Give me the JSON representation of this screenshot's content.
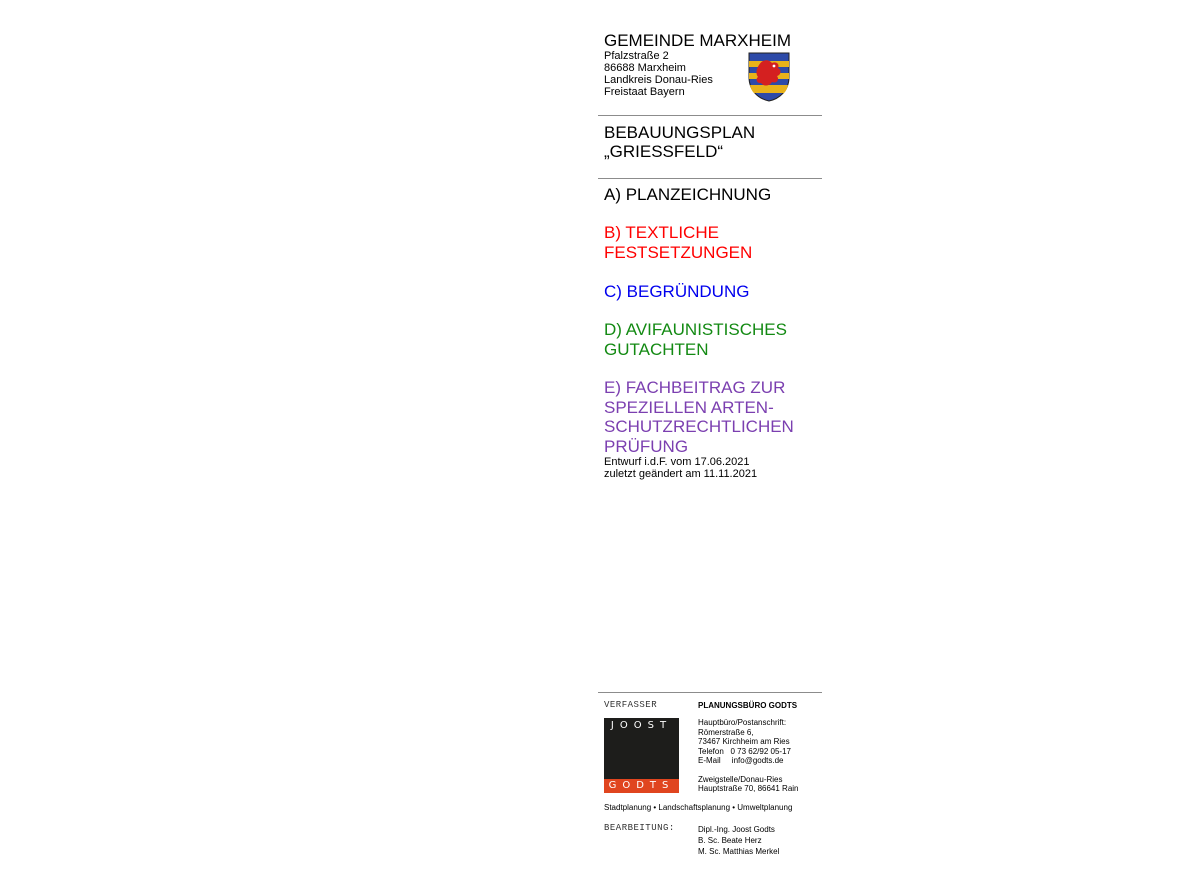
{
  "header": {
    "municipality": "GEMEINDE MARXHEIM",
    "address_lines": [
      "Pfalzstraße 2",
      "86688 Marxheim",
      "Landkreis Donau-Ries",
      "Freistaat Bayern"
    ],
    "coat_of_arms_icon": "coat-of-arms-icon"
  },
  "plan": {
    "title_line1": "BEBAUUNGSPLAN",
    "title_line2": "„GRIESSFELD“"
  },
  "sections": [
    {
      "lines": [
        "A) PLANZEICHNUNG"
      ],
      "color": "#000000"
    },
    {
      "lines": [
        "B) TEXTLICHE",
        "FESTSETZUNGEN"
      ],
      "color": "#ff0000"
    },
    {
      "lines": [
        "C) BEGRÜNDUNG"
      ],
      "color": "#0000ee"
    },
    {
      "lines": [
        "D) AVIFAUNISTISCHES",
        "GUTACHTEN"
      ],
      "color": "#138a13"
    },
    {
      "lines": [
        "E) FACHBEITRAG ZUR",
        "SPEZIELLEN ARTEN-",
        "SCHUTZRECHTLICHEN",
        "PRÜFUNG"
      ],
      "color": "#7b3fb0"
    }
  ],
  "dates": {
    "draft": "Entwurf i.d.F. vom 17.06.2021",
    "changed": "zuletzt geändert am 11.11.2021"
  },
  "footer": {
    "author_label": "VERFASSER",
    "office_name": "PLANUNGSBÜRO GODTS",
    "logo_top": "JOOST",
    "logo_bottom": "GODTS",
    "main_office_label": "Hauptbüro/Postanschrift:",
    "main_office_street": "Römerstraße 6,",
    "main_office_city": "73467 Kirchheim am Ries",
    "phone_label": "Telefon",
    "phone": "0 73 62/92 05-17",
    "email_label": "E-Mail",
    "email": "info@godts.de",
    "branch_label": "Zweigstelle/Donau-Ries",
    "branch_address": "Hauptstraße 70, 86641 Rain",
    "services": "Stadtplanung • Landschaftsplanung • Umweltplanung",
    "editing_label": "BEARBEITUNG:",
    "editors": [
      "Dipl.-Ing. Joost Godts",
      "B. Sc. Beate Herz",
      "M. Sc. Matthias Merkel"
    ]
  },
  "colors": {
    "shield_blue": "#2d4aa8",
    "shield_gold": "#e8b21a",
    "lion_red": "#d42020",
    "logo_orange": "#e0451f"
  }
}
